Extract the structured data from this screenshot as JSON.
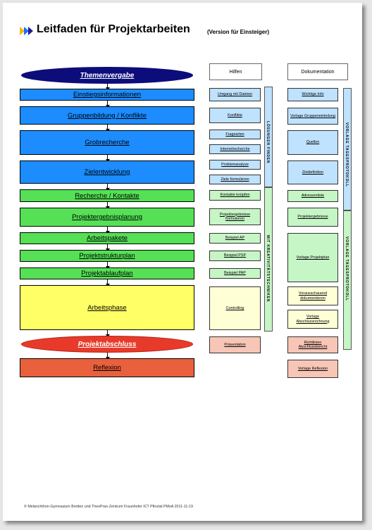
{
  "header": {
    "title": "Leitfaden für Projektarbeiten",
    "subtitle": "(Version für Einsteiger)"
  },
  "colors": {
    "blue": "#1c8cff",
    "green": "#55e055",
    "yellow": "#ffff66",
    "red": "#e83a2a",
    "orange": "#e8603c",
    "navy": "#0c0c7a",
    "lightblue": "#bfe2ff",
    "lightgreen": "#c6f5c6",
    "lightyellow": "#ffffd6",
    "pink": "#f7c6b6"
  },
  "main_steps": [
    "Themenvergabe",
    "Einstiegsinformationen",
    "Gruppenbildung / Konflikte",
    "Grobrecherche",
    "Zielentwicklung",
    "Recherche / Kontakte",
    "Projektergebnisplanung",
    "Arbeitspakete",
    "Projektstrukturplan",
    "Projektablaufplan",
    "Arbeitsphase",
    "Projektabschluss",
    "Reflexion"
  ],
  "columns": {
    "hilfen": "Hilfen",
    "dokumentation": "Dokumentation"
  },
  "hilfen": [
    "Umgang mit Dateien",
    "Konflikte",
    "Fragearten",
    "Internetrecherche",
    "Problemanalyse",
    "Ziele formulieren",
    "Kontakte knüpfen",
    "Projektergebnisse formulieren",
    "Beispiel AP",
    "Beispiel PSP",
    "Beispiel PAP",
    "Controlling",
    "Präsentation"
  ],
  "dokumentation": [
    "Wichtige Info",
    "Vorlage Gruppeneinteilung",
    "Quellen",
    "Zieldefinition",
    "Adressenliste",
    "Projektergebnisse",
    "Vorlage Projektplan",
    "Vorausschauend dokumentieren",
    "Vorlage Abschlussrechnung",
    "Richtlinien Abschlussbericht",
    "Vorlage Reflexion"
  ],
  "side_labels": {
    "loesungen": "LÖSUNGEN FINDEN",
    "kreativ": "MIT KREATIVITÄTSTECHNIKEN",
    "vorlage1": "VORLAGE TAGESPROTOKOLL",
    "vorlage2": "VORLAGE TAGESPROTOKOLL"
  },
  "footer": "© Melanchthon-Gymnasium Bretten und TheoPrax-Zentrum Fraunhofer ICT Pfinztal     PMoA  2011-11-19"
}
